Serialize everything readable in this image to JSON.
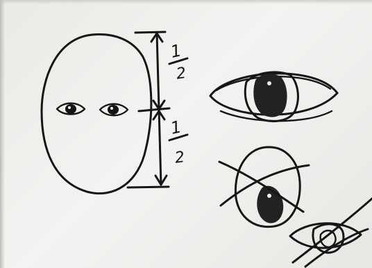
{
  "annotations": {
    "upper_half": {
      "numerator": "1",
      "denominator": "2"
    },
    "lower_half": {
      "numerator": "1",
      "denominator": "2"
    }
  },
  "colors": {
    "paper": "#efefec",
    "ink": "#161616"
  }
}
